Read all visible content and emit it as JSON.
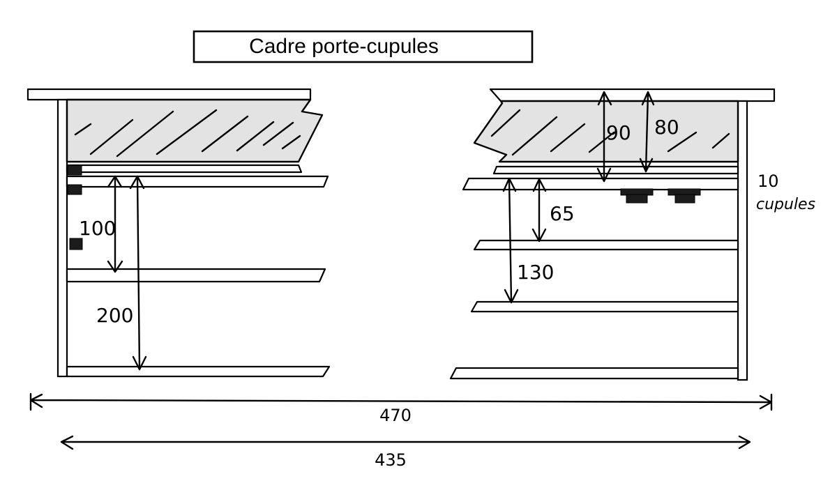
{
  "title": "Cadre porte-cupules",
  "dimensions": {
    "left_spacing_1": "100",
    "left_spacing_2": "200",
    "glass_thickness_1": "90",
    "glass_thickness_2": "80",
    "right_spacing_1": "65",
    "right_spacing_2": "130",
    "overall_width": "470",
    "inner_width": "435"
  },
  "note": {
    "line1": "10",
    "line2": "cupules"
  },
  "icons": {
    "dimension_arrow": "double-headed-arrow",
    "cupule": "dark-block"
  }
}
